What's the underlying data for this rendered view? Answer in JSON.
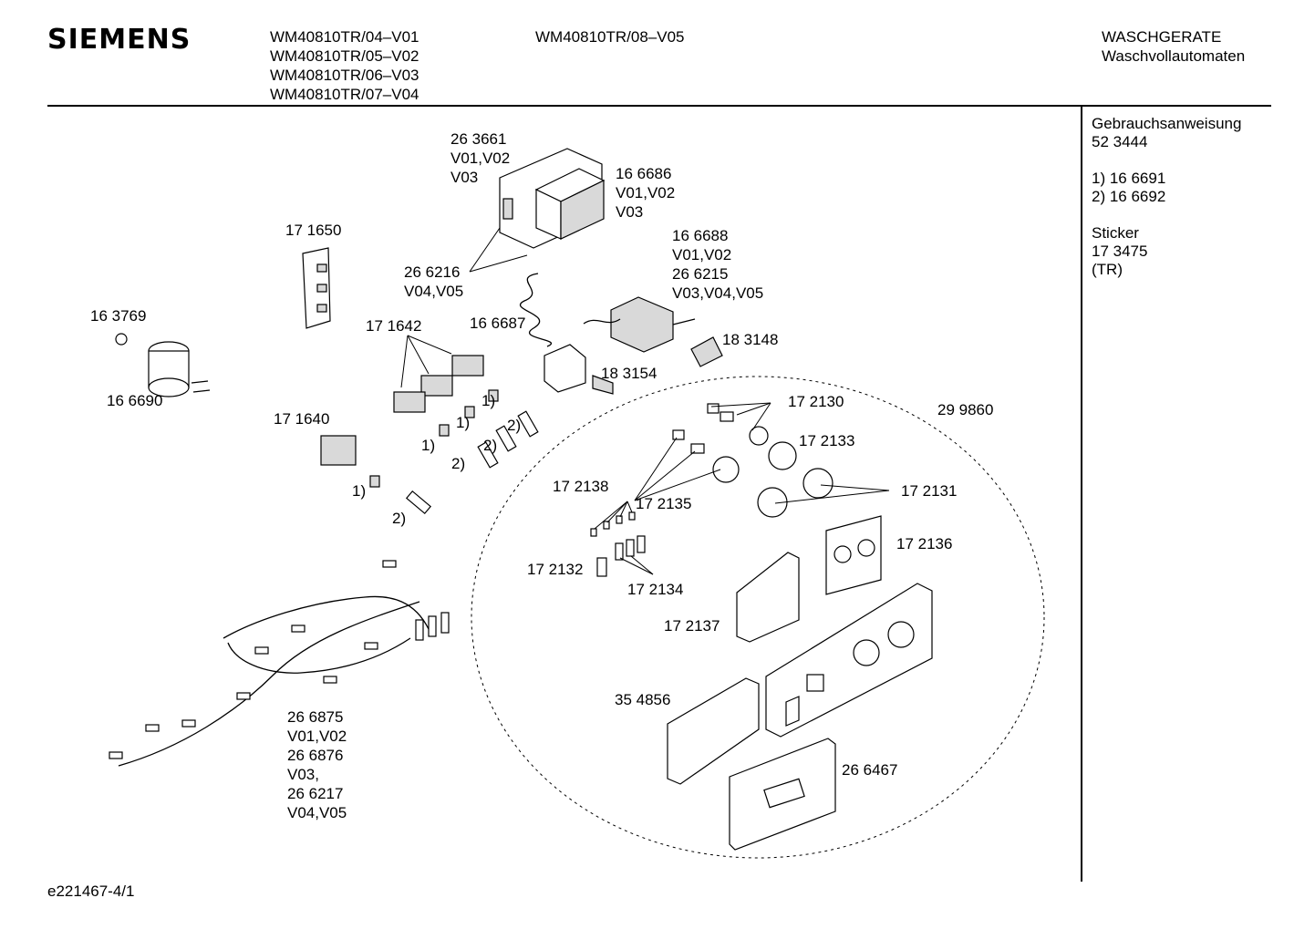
{
  "header": {
    "brand": "SIEMENS",
    "models_col1": [
      "WM40810TR/04–V01",
      "WM40810TR/05–V02",
      "WM40810TR/06–V03",
      "WM40810TR/07–V04"
    ],
    "models_col2": [
      "WM40810TR/08–V05"
    ],
    "category": [
      "WASCHGERATE",
      "Waschvollautomaten"
    ]
  },
  "side_notes": {
    "manual_title": "Gebrauchsanweisung",
    "manual_number": "52 3444",
    "note_1": "1)  16 6691",
    "note_2": "2)  16 6692",
    "sticker_title": "Sticker",
    "sticker_number": "17 3475",
    "sticker_variant": "(TR)"
  },
  "footer": {
    "drawing_id": "e221467-4/1"
  },
  "callouts": {
    "c263661": [
      "26 3661",
      "V01,V02",
      "V03"
    ],
    "c166686": [
      "16 6686",
      "V01,V02",
      "V03"
    ],
    "c171650": [
      "17 1650"
    ],
    "c166688": [
      "16 6688",
      "V01,V02",
      "26 6215",
      "V03,V04,V05"
    ],
    "c266216": [
      "26 6216",
      "V04,V05"
    ],
    "c163769": [
      "16 3769"
    ],
    "c166687": [
      "16 6687"
    ],
    "c171642": [
      "17 1642"
    ],
    "c183148": [
      "18 3148"
    ],
    "c183154": [
      "18 3154"
    ],
    "c166690": [
      "16 6690"
    ],
    "c172130": [
      "17 2130"
    ],
    "c299860": [
      "29 9860"
    ],
    "c171640": [
      "17 1640"
    ],
    "c172133": [
      "17 2133"
    ],
    "c172138": [
      "17 2138"
    ],
    "c172135": [
      "17 2135"
    ],
    "c172131": [
      "17 2131"
    ],
    "c172136": [
      "17 2136"
    ],
    "c172132": [
      "17 2132"
    ],
    "c172134": [
      "17 2134"
    ],
    "c172137": [
      "17 2137"
    ],
    "c354856": [
      "35 4856"
    ],
    "c266875": [
      "26 6875",
      "V01,V02",
      "26 6876",
      "V03,",
      "26 6217",
      "V04,V05"
    ],
    "c266467": [
      "26 6467"
    ],
    "n1a": [
      "1)"
    ],
    "n1b": [
      "1)"
    ],
    "n1c": [
      "1)"
    ],
    "n1d": [
      "1)"
    ],
    "n2a": [
      "2)"
    ],
    "n2b": [
      "2)"
    ],
    "n2c": [
      "2)"
    ],
    "n2d": [
      "2)"
    ]
  }
}
